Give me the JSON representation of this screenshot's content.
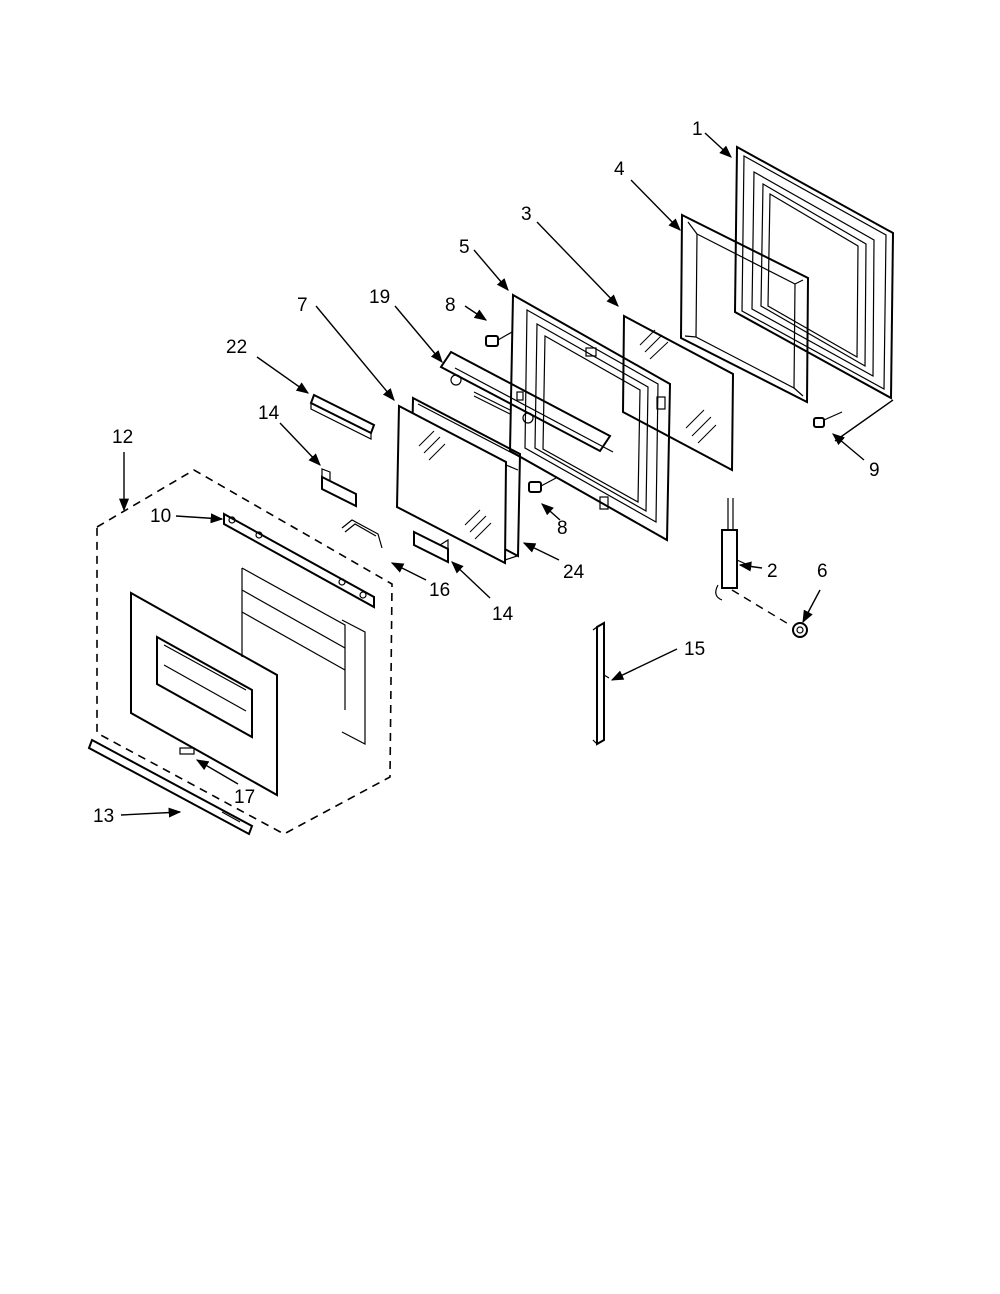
{
  "callouts": [
    {
      "id": "c1",
      "text": "1"
    },
    {
      "id": "c2",
      "text": "2"
    },
    {
      "id": "c3",
      "text": "3"
    },
    {
      "id": "c4",
      "text": "4"
    },
    {
      "id": "c5",
      "text": "5"
    },
    {
      "id": "c6",
      "text": "6"
    },
    {
      "id": "c7",
      "text": "7"
    },
    {
      "id": "c8a",
      "text": "8"
    },
    {
      "id": "c8b",
      "text": "8"
    },
    {
      "id": "c9",
      "text": "9"
    },
    {
      "id": "c10",
      "text": "10"
    },
    {
      "id": "c12",
      "text": "12"
    },
    {
      "id": "c13",
      "text": "13"
    },
    {
      "id": "c14a",
      "text": "14"
    },
    {
      "id": "c14b",
      "text": "14"
    },
    {
      "id": "c15",
      "text": "15"
    },
    {
      "id": "c16",
      "text": "16"
    },
    {
      "id": "c17",
      "text": "17"
    },
    {
      "id": "c19",
      "text": "19"
    },
    {
      "id": "c22",
      "text": "22"
    },
    {
      "id": "c24",
      "text": "24"
    }
  ]
}
